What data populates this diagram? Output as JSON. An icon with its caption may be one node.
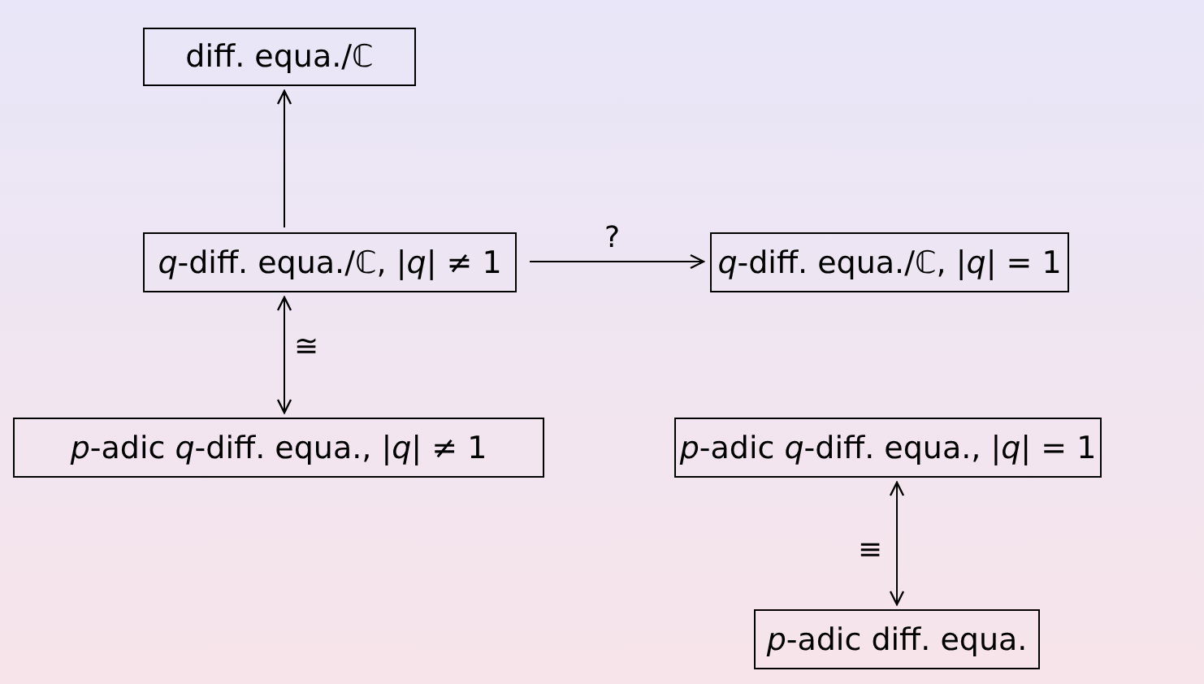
{
  "diagram": {
    "nodes": [
      {
        "text": [
          "diff. equa./ℂ"
        ]
      },
      {
        "text": [
          "*q*-diff. equa./ℂ, |*q*| ≠ 1"
        ]
      },
      {
        "text": [
          "*q*-diff. equa./ℂ, |*q*| = 1"
        ]
      },
      {
        "text": [
          "*p*-adic *q*-diff. equa., |*q*| ≠ 1"
        ]
      },
      {
        "text": [
          "*p*-adic *q*-diff. equa., |*q*| = 1"
        ]
      },
      {
        "text": [
          "*p*-adic diff. equa."
        ]
      }
    ],
    "edges": [
      {
        "from": 1,
        "to": 0,
        "arrow": "to"
      },
      {
        "from": 1,
        "to": 2,
        "arrow": "to",
        "label": "?"
      },
      {
        "from": 1,
        "to": 3,
        "arrow": "both",
        "label": "≅"
      },
      {
        "from": 4,
        "to": 5,
        "arrow": "both",
        "label": "≡"
      }
    ]
  }
}
